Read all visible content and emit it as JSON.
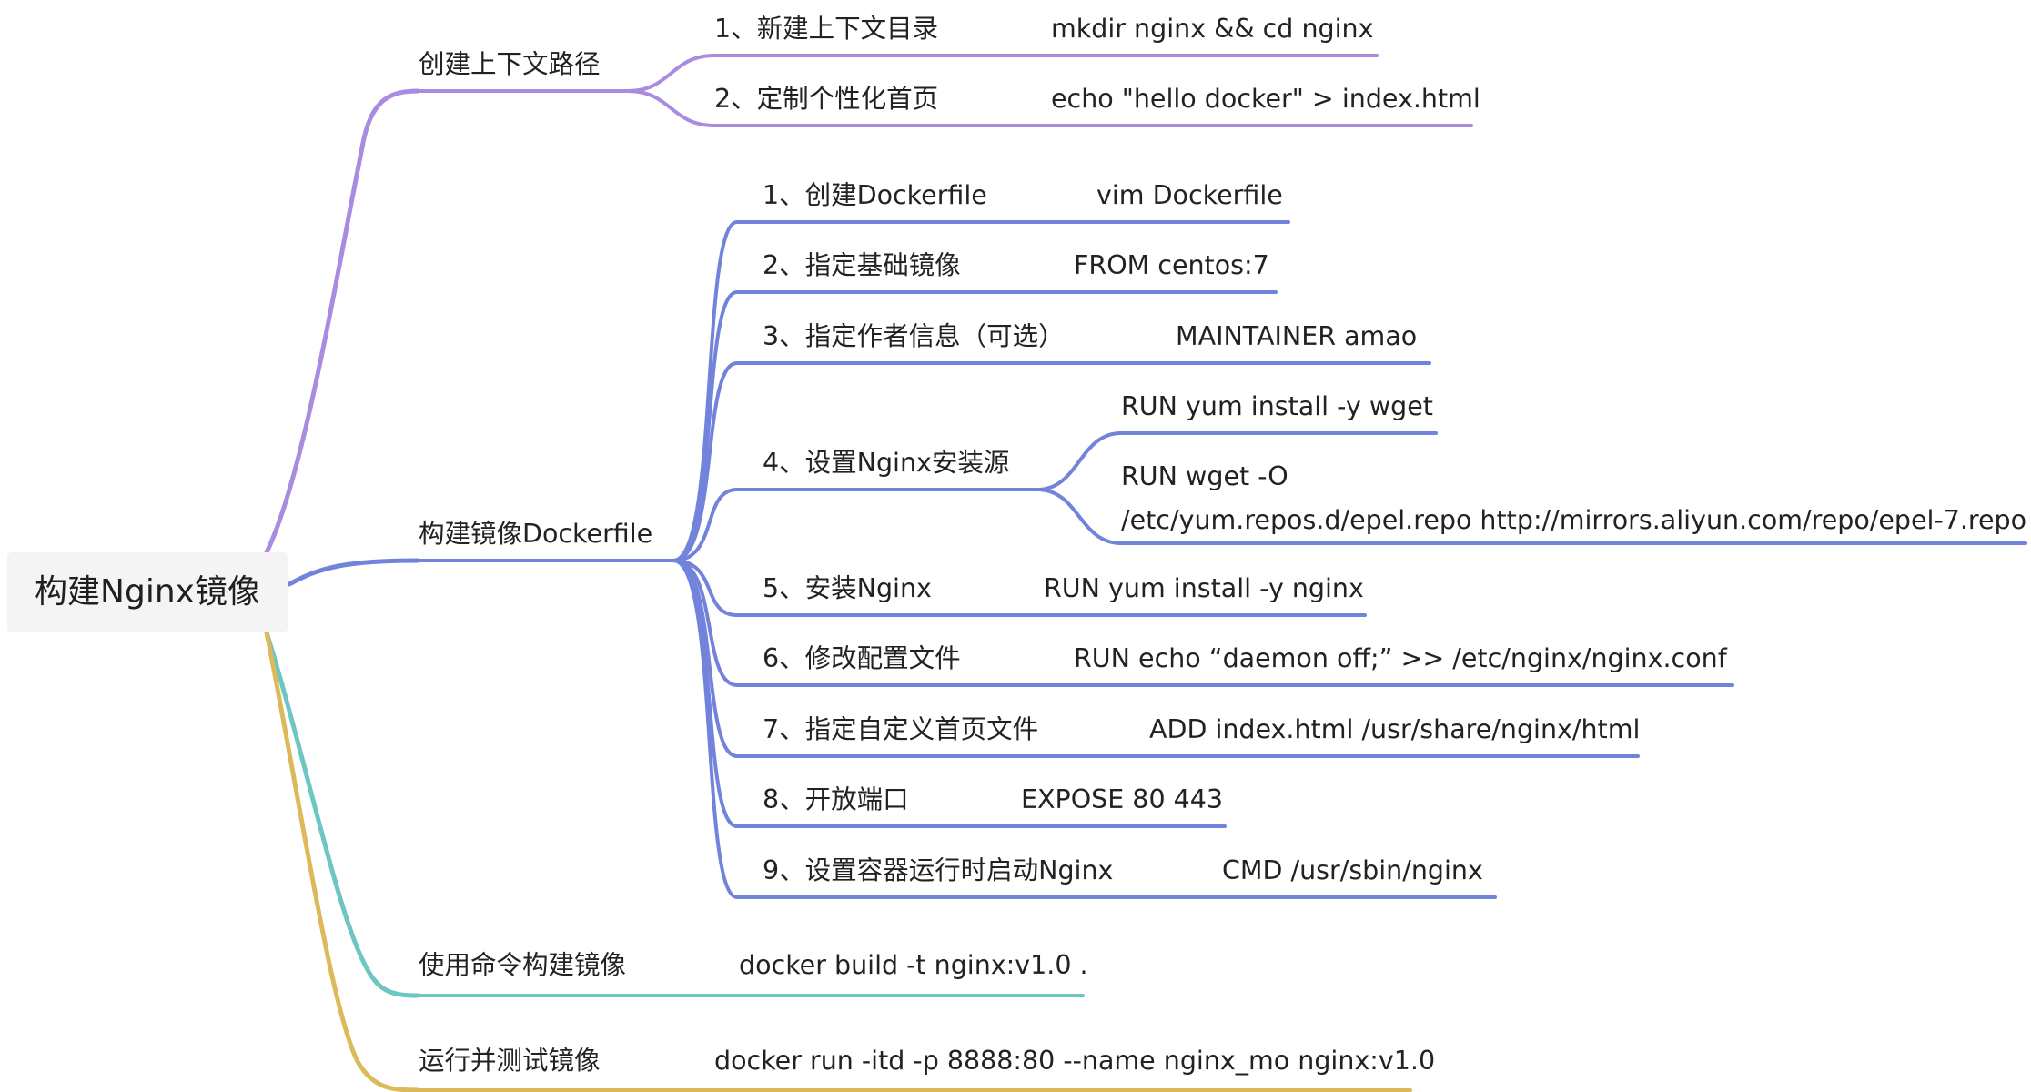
{
  "colors": {
    "branch1": "#a98be0",
    "branch2": "#7283db",
    "branch3": "#6dc6c2",
    "branch4": "#dcb95b"
  },
  "root": {
    "label": "构建Nginx镜像"
  },
  "branches": [
    {
      "id": "b1",
      "label": "创建上下文路径",
      "color": "branch1",
      "children": [
        {
          "id": "b1c1",
          "label": "1、新建上下文目录",
          "value": "mkdir nginx && cd nginx"
        },
        {
          "id": "b1c2",
          "label": "2、定制个性化首页",
          "value": "echo \"hello docker\" > index.html"
        }
      ]
    },
    {
      "id": "b2",
      "label": "构建镜像Dockerfile",
      "color": "branch2",
      "children": [
        {
          "id": "b2c1",
          "label": "1、创建Dockerfile",
          "value": "vim Dockerfile"
        },
        {
          "id": "b2c2",
          "label": "2、指定基础镜像",
          "value": "FROM centos:7"
        },
        {
          "id": "b2c3",
          "label": "3、指定作者信息（可选）",
          "value": "MAINTAINER amao"
        },
        {
          "id": "b2c4",
          "label": "4、设置Nginx安装源",
          "subs": [
            "RUN yum install -y wget",
            "RUN wget -O\n/etc/yum.repos.d/epel.repo http://mirrors.aliyun.com/repo/epel-7.repo"
          ]
        },
        {
          "id": "b2c5",
          "label": "5、安装Nginx",
          "value": "RUN yum install -y nginx"
        },
        {
          "id": "b2c6",
          "label": "6、修改配置文件",
          "value": "RUN echo “daemon off;” >> /etc/nginx/nginx.conf"
        },
        {
          "id": "b2c7",
          "label": "7、指定自定义首页文件",
          "value": "ADD index.html /usr/share/nginx/html"
        },
        {
          "id": "b2c8",
          "label": "8、开放端口",
          "value": "EXPOSE 80 443"
        },
        {
          "id": "b2c9",
          "label": "9、设置容器运行时启动Nginx",
          "value": "CMD /usr/sbin/nginx"
        }
      ]
    },
    {
      "id": "b3",
      "label": "使用命令构建镜像",
      "color": "branch3",
      "value": "docker build -t nginx:v1.0 ."
    },
    {
      "id": "b4",
      "label": "运行并测试镜像",
      "color": "branch4",
      "value": "docker run -itd -p 8888:80 --name nginx_mo nginx:v1.0"
    }
  ]
}
